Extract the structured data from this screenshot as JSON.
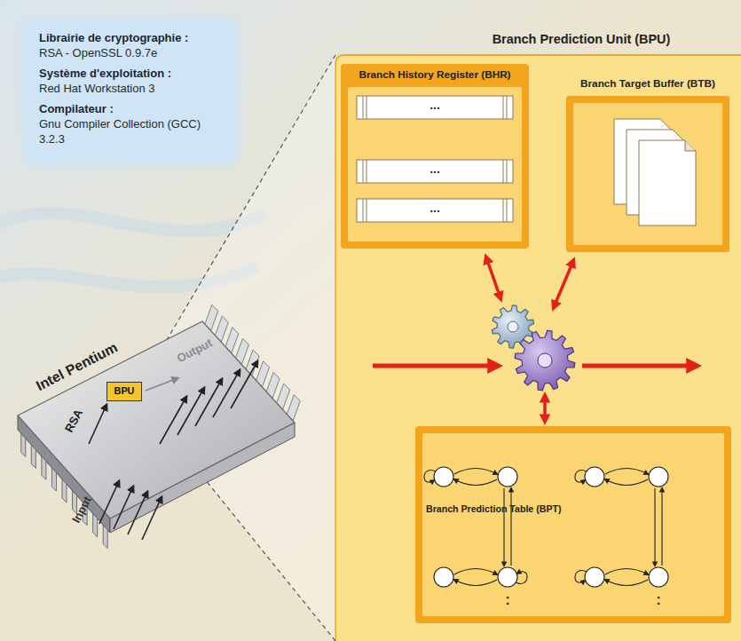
{
  "diagram": {
    "nodes": [
      {
        "text": [
          "Librairie de cryptographie :",
          "RSA - OpenSSL 0.9.7e",
          "Système d'exploitation :",
          "Red Hat Workstation 3",
          "Compilateur :",
          "Gnu Compiler Collection (GCC) 3.2.3"
        ]
      },
      {
        "text": [
          "Branch Prediction Unit (BPU)"
        ]
      },
      {
        "text": [
          "Branch History Register (BHR)"
        ],
        "in": 1
      },
      {
        "text": [
          "Branch Target Buffer (BTB)"
        ],
        "in": 1
      },
      {
        "text": [
          "Branch Prediction Table (BPT)"
        ],
        "in": 1
      },
      {
        "text": [
          "BPU"
        ]
      }
    ],
    "labels": [
      "Intel Pentium",
      "RSA",
      "Input",
      "Output",
      "...",
      "...",
      "...",
      ":",
      ":"
    ]
  }
}
